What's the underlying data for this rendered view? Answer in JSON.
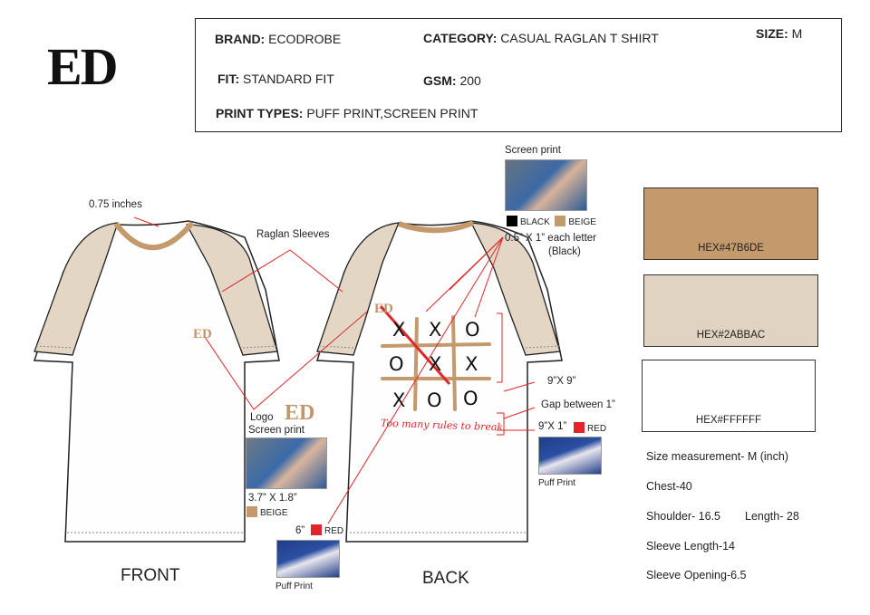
{
  "logo": "ED",
  "specs": {
    "brand_label": "BRAND:",
    "brand_value": " ECODROBE",
    "category_label": "CATEGORY:",
    "category_value": " CASUAL RAGLAN T SHIRT",
    "size_label": "SIZE:",
    "size_value": " M",
    "fit_label": "FIT:",
    "fit_value": " STANDARD FIT",
    "gsm_label": "GSM:",
    "gsm_value": " 200",
    "print_label": "PRINT TYPES:",
    "print_value": " PUFF PRINT,SCREEN PRINT"
  },
  "front": {
    "title": "FRONT",
    "collar_note": "0.75 inches",
    "sleeve_note": "Raglan Sleeves",
    "chest_mark": "ED",
    "logo_label": "Logo",
    "logo_mark": "ED",
    "screen_print": "Screen print",
    "logo_size": "3.7” X 1.8”",
    "logo_color": "BEIGE",
    "puff_size": "6”",
    "puff_color": "RED",
    "puff_label": "Puff Print"
  },
  "back": {
    "title": "BACK",
    "screen_print": "Screen print",
    "color1": "BLACK",
    "color2": "BEIGE",
    "letter_size": "0.5” X 1” each letter",
    "letter_color": "(Black)",
    "mark": "ED",
    "grid_cells": [
      "X",
      "X",
      "O",
      "O",
      "X",
      "X",
      "X",
      "O",
      "O"
    ],
    "grid_size": "9”X 9”",
    "gap": "Gap between 1”",
    "text_size": "9”X 1”",
    "text_color": "RED",
    "puff_label": "Puff Print",
    "script_text": "Too many rules to break"
  },
  "swatches": [
    {
      "label": "HEX#47B6DE",
      "color": "#c49a6c"
    },
    {
      "label": "HEX#2ABBAC",
      "color": "#e1d3c1"
    },
    {
      "label": "HEX#FFFFFF",
      "color": "#ffffff"
    }
  ],
  "measurements": {
    "title": "Size measurement- M (inch)",
    "chest": "Chest-40",
    "shoulder": "Shoulder- 16.5",
    "length": "Length- 28",
    "sleeve_length": "Sleeve Length-14",
    "sleeve_opening": "Sleeve Opening-6.5"
  },
  "colors": {
    "beige": "#c49a6c",
    "sleeve": "#e3d6c4",
    "red": "#e0262b",
    "black": "#000000"
  }
}
